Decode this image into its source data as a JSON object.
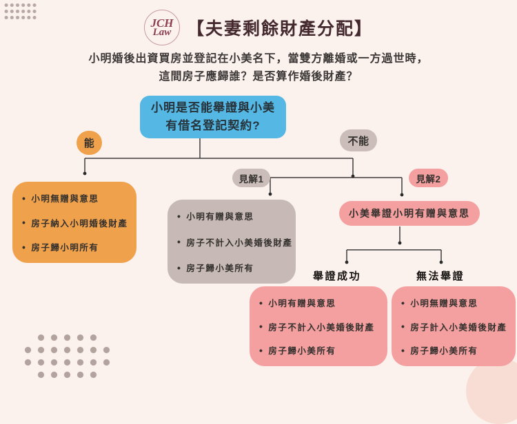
{
  "header": {
    "logo": {
      "icon": "jch-law-logo-icon",
      "line1": "JCH",
      "line2": "Law"
    },
    "title": "【夫妻剩餘財產分配】"
  },
  "subtitle": {
    "line1": "小明婚後出資買房並登記在小美名下，當雙方離婚或一方過世時，",
    "line2": "這間房子應歸誰？是否算作婚後財產？"
  },
  "flowchart": {
    "root": {
      "question_line1": "小明是否能舉證與小美",
      "question_line2": "有借名登記契約?"
    },
    "branch_yes": {
      "label": "能",
      "items": [
        "小明無贈與意思",
        "房子納入小明婚後財產",
        "房子歸小明所有"
      ]
    },
    "branch_no": {
      "label": "不能",
      "view1": {
        "label": "見解1",
        "items": [
          "小明有贈與意思",
          "房子不計入小美婚後財產",
          "房子歸小美所有"
        ]
      },
      "view2": {
        "label": "見解2",
        "claim": "小美舉證小明有贈與意思",
        "success": {
          "label": "舉證成功",
          "items": [
            "小明有贈與意思",
            "房子不計入小美婚後財產",
            "房子歸小美所有"
          ]
        },
        "failure": {
          "label": "無法舉證",
          "items": [
            "小明無贈與意思",
            "房子計入小美婚後財產",
            "房子歸小美所有"
          ]
        }
      }
    }
  },
  "colors": {
    "background": "#fbf1ed",
    "blue_node": "#55b7e3",
    "orange_node": "#f0a14b",
    "gray_node": "#c7bab6",
    "pink_node": "#f5a0a0",
    "title_text": "#43282e",
    "connector_line": "#3c3c3c"
  }
}
